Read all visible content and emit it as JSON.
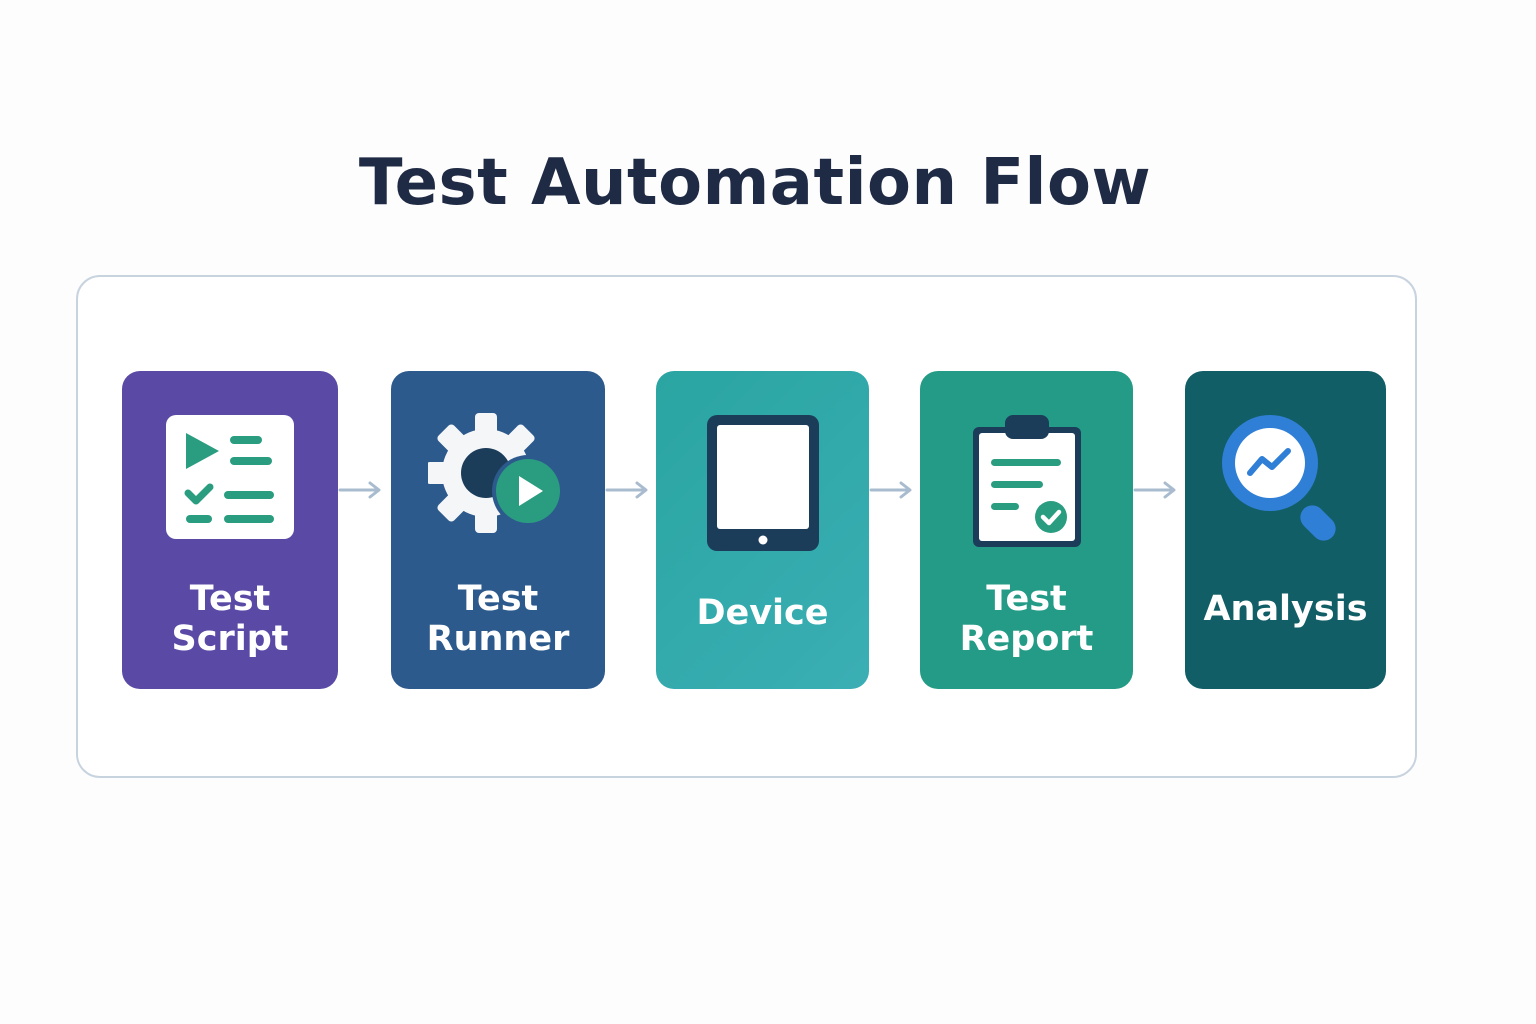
{
  "title": "Test Automation Flow",
  "colors": {
    "title": "#1f2a44",
    "frame_border": "#c8d3e0",
    "arrow": "#a9bccf",
    "script_card": "#5a4aa6",
    "runner_card": "#2d5a8c",
    "device_card": "#32a9ab",
    "report_card": "#249b86",
    "analysis_card": "#125e66",
    "icon_accent": "#2a9d80",
    "icon_dark": "#1c3d5a",
    "magnifier_blue": "#2f7fd6"
  },
  "steps": [
    {
      "id": "script",
      "label": "Test\nScript",
      "icon": "script-checklist-icon"
    },
    {
      "id": "runner",
      "label": "Test\nRunner",
      "icon": "gear-play-icon"
    },
    {
      "id": "device",
      "label": "Device",
      "icon": "tablet-icon"
    },
    {
      "id": "report",
      "label": "Test\nReport",
      "icon": "clipboard-report-icon"
    },
    {
      "id": "analysis",
      "label": "Analysis",
      "icon": "magnifier-chart-icon"
    }
  ]
}
